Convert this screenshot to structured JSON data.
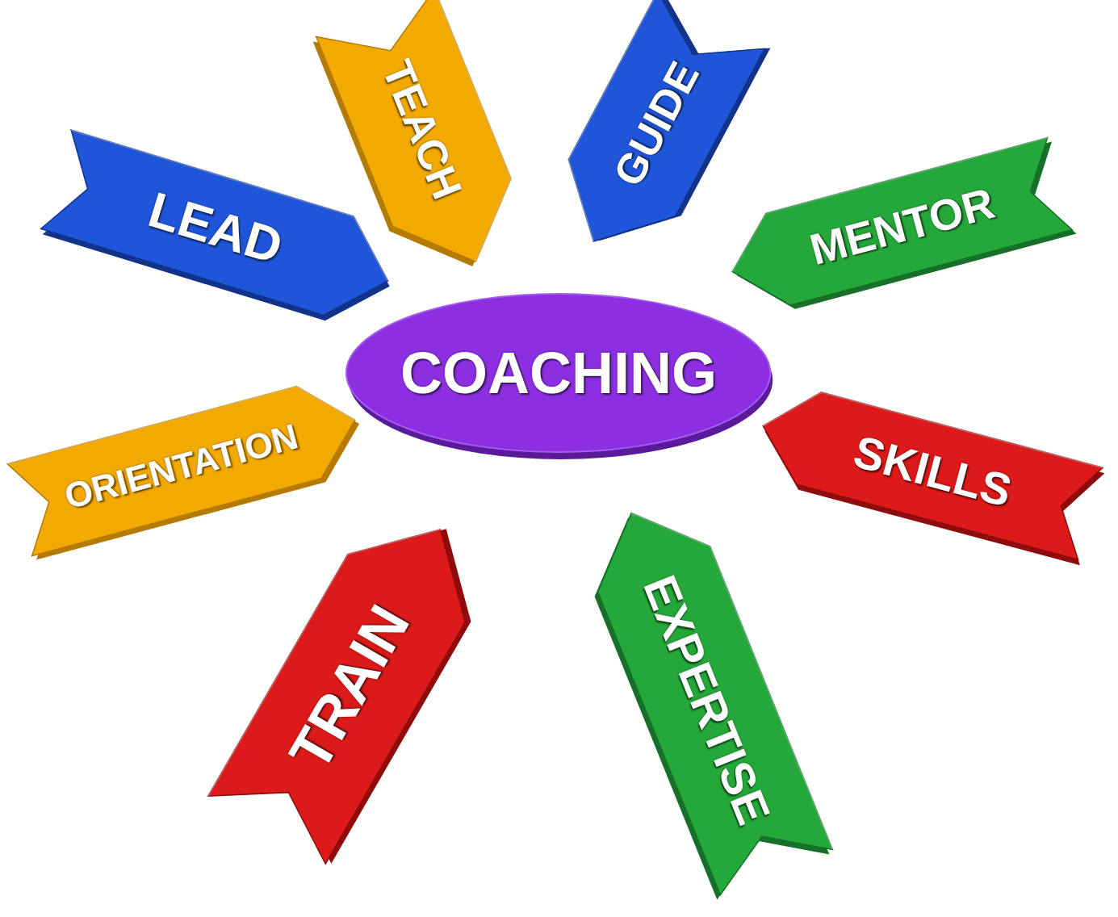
{
  "diagram": {
    "nodes": [
      {
        "text": [
          "TEACH"
        ]
      },
      {
        "text": [
          "GUIDE"
        ]
      },
      {
        "text": [
          "LEAD"
        ]
      },
      {
        "text": [
          "MENTOR"
        ]
      },
      {
        "text": [
          "COACHING"
        ]
      },
      {
        "text": [
          "ORIENTATION"
        ]
      },
      {
        "text": [
          "SKILLS"
        ]
      },
      {
        "text": [
          "TRAIN"
        ]
      },
      {
        "text": [
          "EXPERTISE"
        ]
      }
    ]
  }
}
